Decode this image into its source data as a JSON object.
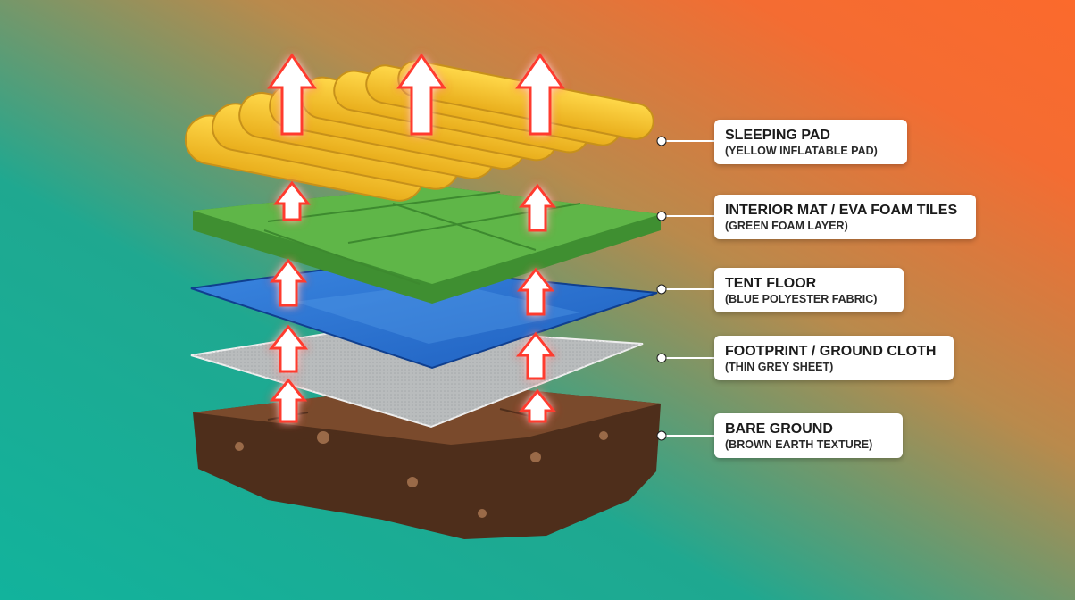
{
  "colors": {
    "bg_left": "#17b09b",
    "bg_right": "#fb6a2c",
    "pad": "#f4c230",
    "foam": "#5fb648",
    "floor": "#2f73cf",
    "footprint": "#b9bcbd",
    "ground": "#7a4a2c",
    "arrow_glow": "#ff3b2f"
  },
  "layers": [
    {
      "id": "pad",
      "icon": "sleeping-pad",
      "title": "SLEEPING PAD",
      "subtitle": "(YELLOW INFLATABLE PAD)"
    },
    {
      "id": "foam",
      "icon": "foam-tiles",
      "title": "INTERIOR MAT / EVA FOAM TILES",
      "subtitle": "(GREEN FOAM LAYER)"
    },
    {
      "id": "floor",
      "icon": "tent-floor",
      "title": "TENT FLOOR",
      "subtitle": "(BLUE POLYESTER FABRIC)"
    },
    {
      "id": "footprint",
      "icon": "ground-cloth",
      "title": "FOOTPRINT / GROUND CLOTH",
      "subtitle": "(THIN GREY SHEET)"
    },
    {
      "id": "ground",
      "icon": "earth",
      "title": "BARE GROUND",
      "subtitle": "(BROWN EARTH TEXTURE)"
    }
  ],
  "arrows": {
    "icon": "heat-rising-arrow"
  }
}
